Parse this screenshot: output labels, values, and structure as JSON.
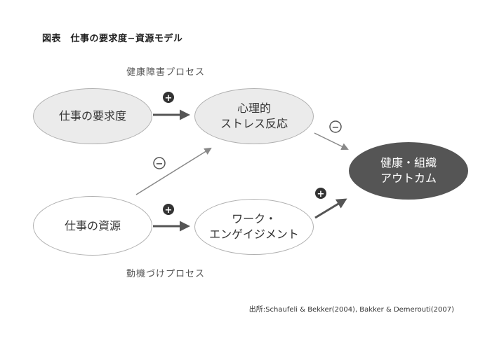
{
  "title": "図表　仕事の要求度−資源モデル",
  "process_labels": {
    "health": "健康障害プロセス",
    "motivation": "動機づけプロセス"
  },
  "nodes": {
    "job_demands": "仕事の要求度",
    "stress": [
      "心理的",
      "ストレス反応"
    ],
    "job_resources": "仕事の資源",
    "engagement": [
      "ワーク・",
      "エンゲイジメント"
    ],
    "outcome": [
      "健康・組織",
      "アウトカム"
    ]
  },
  "signs": {
    "plus": "+",
    "minus": "−"
  },
  "source": "出所:Schaufeli & Bekker(2004), Bakker & Demerouti(2007)"
}
